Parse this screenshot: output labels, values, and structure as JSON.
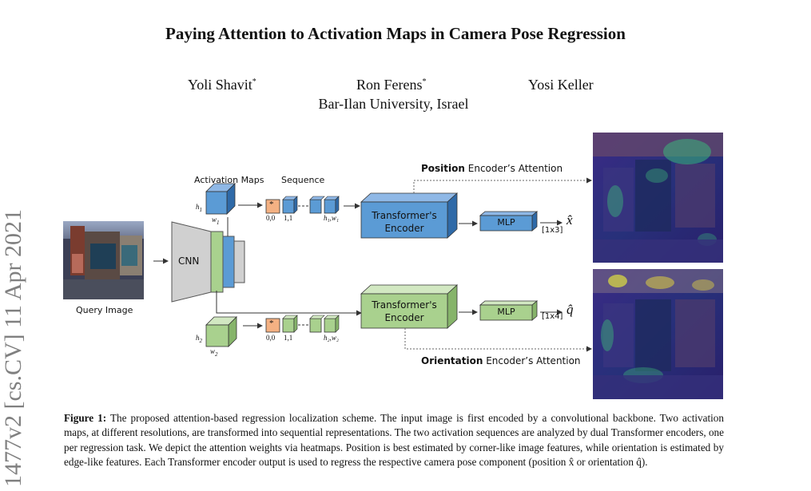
{
  "paper": {
    "title": "Paying Attention to Activation Maps in Camera Pose Regression",
    "authors": [
      {
        "name": "Yoli Shavit",
        "mark": "*"
      },
      {
        "name": "Ron Ferens",
        "mark": "*"
      },
      {
        "name": "Yosi Keller",
        "mark": ""
      }
    ],
    "affiliation": "Bar-Ilan University, Israel",
    "arxiv_stamp": "1477v2  [cs.CV]  11 Apr 2021"
  },
  "figure": {
    "query_label": "Query Image",
    "cnn_label": "CNN",
    "activation_maps_label": "Activation Maps",
    "sequence_label": "Sequence",
    "top_branch": {
      "h": "h",
      "h_sub": "1",
      "w": "w",
      "w_sub": "1",
      "seq_start": "0,0",
      "seq_next": "1,1",
      "seq_end": "h₁,w₁",
      "token": "*",
      "encoder_line1": "Transformer's",
      "encoder_line2": "Encoder",
      "mlp_label": "MLP",
      "dim_label": "[1x3]",
      "output_symbol": "x̂",
      "attention_bold": "Position",
      "attention_rest": " Encoder’s Attention"
    },
    "bottom_branch": {
      "h": "h",
      "h_sub": "2",
      "w": "w",
      "w_sub": "2",
      "seq_start": "0,0",
      "seq_next": "1,1",
      "seq_end": "h₂,w₂",
      "token": "*",
      "encoder_line1": "Transformer's",
      "encoder_line2": "Encoder",
      "mlp_label": "MLP",
      "dim_label": "[1x4]",
      "output_symbol": "q̂",
      "attention_bold": "Orientation",
      "attention_rest": " Encoder’s Attention"
    },
    "colors": {
      "position": "#5b9bd5",
      "orientation": "#a9d18e",
      "token": "#f4b183",
      "cnn": "#d0d0d0"
    }
  },
  "caption": {
    "label": "Figure 1:",
    "text": " The proposed attention-based regression localization scheme. The input image is first encoded by a convolutional backbone. Two activation maps, at different resolutions, are transformed into sequential representations. The two activation sequences are analyzed by dual Transformer encoders, one per regression task. We depict the attention weights via heatmaps. Position is best estimated by corner-like image features, while orientation is estimated by edge-like features. Each Transformer encoder output is used to regress the respective camera pose component (position x̂ or orientation q̂)."
  }
}
